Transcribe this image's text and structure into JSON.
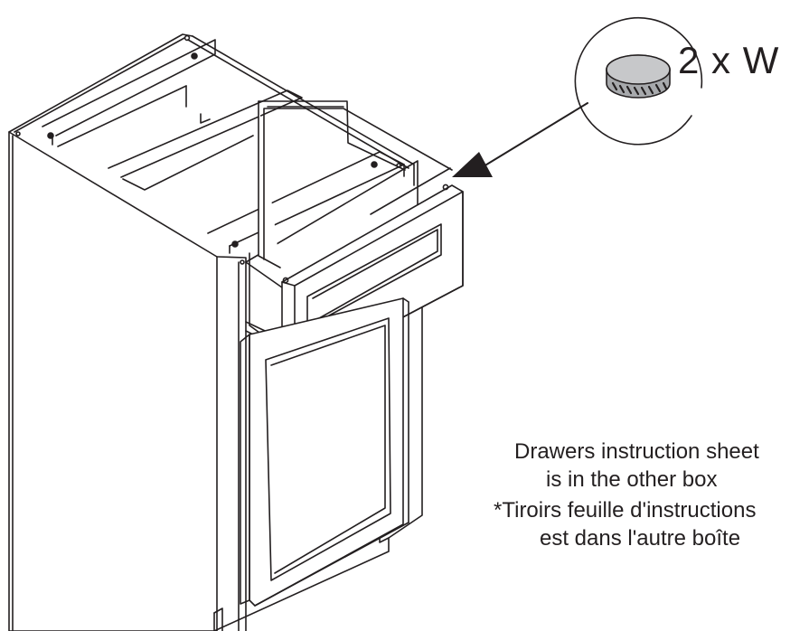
{
  "callout": {
    "quantity_label": "2 x W",
    "part_icon": "round-knurled-cap-icon"
  },
  "note": {
    "line1": "Drawers instruction sheet",
    "line2": "is in the other box",
    "line3": "*Tiroirs feuille d'instructions",
    "line4": "est dans l'autre boîte"
  },
  "colors": {
    "line": "#231f20",
    "background": "#ffffff",
    "part_fill": "#a7a9ac"
  }
}
